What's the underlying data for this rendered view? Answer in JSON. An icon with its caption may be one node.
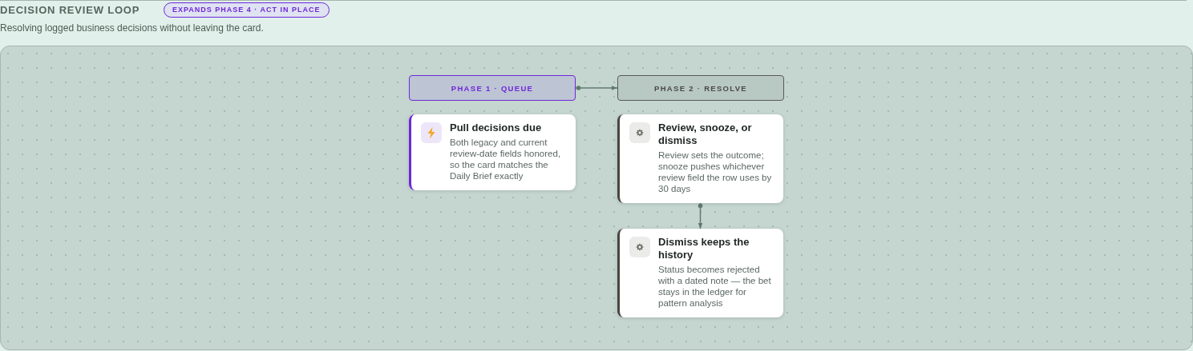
{
  "diagram": {
    "title": "DECISION REVIEW LOOP",
    "nodes": [
      {
        "text": [
          "PHASE 1 · QUEUE"
        ]
      },
      {
        "text": [
          "PHASE 2 · RESOLVE"
        ]
      },
      {
        "text": [
          "Pull decisions due",
          "Both legacy and current review-date fields honored, so the card matches the Daily Brief exactly"
        ]
      },
      {
        "text": [
          "Review, snooze, or dismiss",
          "Review sets the outcome; snooze pushes whichever review field the row uses by 30 days"
        ]
      },
      {
        "text": [
          "Dismiss keeps the history",
          "Status becomes rejected with a dated note — the bet stays in the ledger for pattern analysis"
        ]
      }
    ],
    "edges": [
      {
        "from": 0,
        "to": 1,
        "arrow": "to"
      },
      {
        "from": 3,
        "to": 4,
        "arrow": "to"
      }
    ],
    "labels": [
      "EXPANDS PHASE 4 · ACT IN PLACE",
      "Resolving logged business decisions without leaving the card."
    ]
  }
}
